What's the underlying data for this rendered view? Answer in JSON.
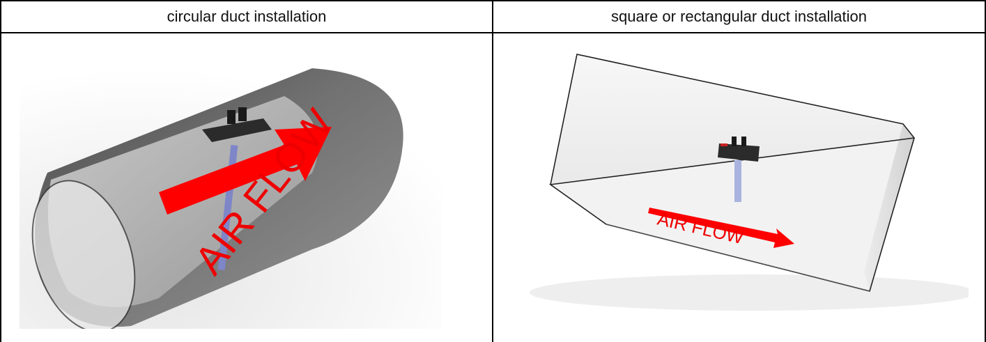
{
  "table": {
    "columns": [
      {
        "header": "circular duct installation",
        "image_label": "AIR FLOW"
      },
      {
        "header": "square or rectangular  duct installation",
        "image_label": "AIR FLOW"
      }
    ]
  },
  "colors": {
    "arrow": "#ff0000",
    "duct_dark": "#505050",
    "sensor": "#2b2b2b"
  }
}
